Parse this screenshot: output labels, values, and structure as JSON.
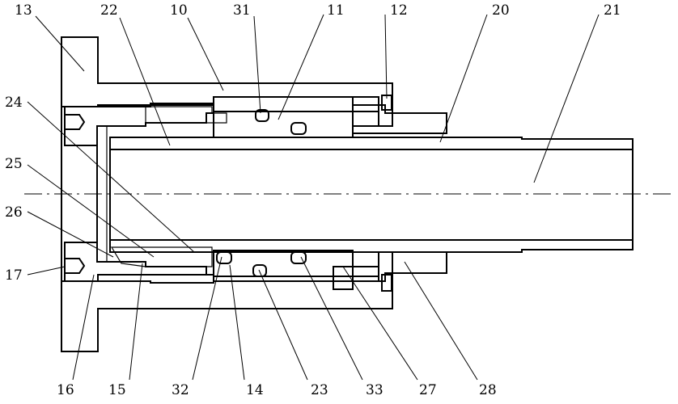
{
  "drawing": {
    "part_labels": {
      "p13": "13",
      "p22": "22",
      "p10": "10",
      "p31": "31",
      "p11": "11",
      "p12": "12",
      "p20": "20",
      "p21": "21",
      "p24": "24",
      "p25": "25",
      "p26": "26",
      "p17": "17",
      "p16": "16",
      "p15": "15",
      "p32": "32",
      "p14": "14",
      "p23": "23",
      "p33": "33",
      "p27": "27",
      "p28": "28"
    }
  }
}
